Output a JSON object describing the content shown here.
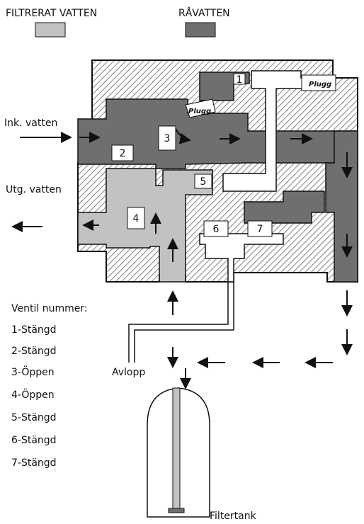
{
  "legend": {
    "filtered": {
      "label": "FILTRERAT VATTEN",
      "color": "#c2c2c2"
    },
    "raw": {
      "label": "RÅVATTEN",
      "color": "#6f6f6f"
    }
  },
  "labels": {
    "inlet": "Ink. vatten",
    "outlet": "Utg. vatten",
    "drain": "Avlopp",
    "filter_tank": "Filtertank",
    "plug": "Plugg"
  },
  "valves": [
    "1",
    "2",
    "3",
    "4",
    "5",
    "6",
    "7"
  ],
  "valve_list": {
    "heading": "Ventil nummer:",
    "items": [
      "1-Stängd",
      "2-Stängd",
      "3-Öppen",
      "4-Öppen",
      "5-Stängd",
      "6-Stängd",
      "7-Stängd"
    ]
  },
  "colors": {
    "body_hatch": "#9a9a9a",
    "outline": "#111111",
    "raw_water": "#6f6f6f",
    "filtered_water": "#c2c2c2"
  }
}
